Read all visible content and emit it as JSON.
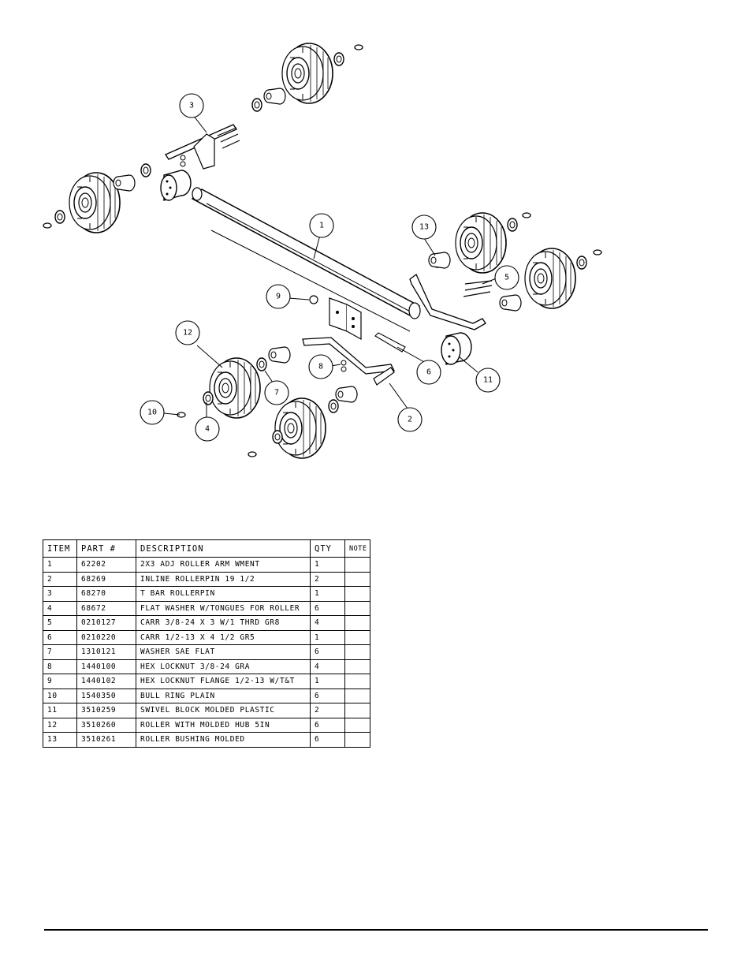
{
  "callouts": [
    "1",
    "2",
    "3",
    "4",
    "5",
    "6",
    "7",
    "8",
    "9",
    "10",
    "11",
    "12",
    "13"
  ],
  "table": {
    "headers": {
      "item": "ITEM",
      "part": "PART #",
      "description": "DESCRIPTION",
      "qty": "QTY",
      "note": "NOTE"
    },
    "rows": [
      {
        "item": "1",
        "part": "62202",
        "description": "2X3 ADJ ROLLER ARM WMENT",
        "qty": "1",
        "note": ""
      },
      {
        "item": "2",
        "part": "68269",
        "description": "INLINE ROLLERPIN 19 1/2",
        "qty": "2",
        "note": ""
      },
      {
        "item": "3",
        "part": "68270",
        "description": "T BAR ROLLERPIN",
        "qty": "1",
        "note": ""
      },
      {
        "item": "4",
        "part": "68672",
        "description": "FLAT WASHER W/TONGUES FOR ROLLER",
        "qty": "6",
        "note": ""
      },
      {
        "item": "5",
        "part": "0210127",
        "description": "CARR 3/8-24 X 3 W/1 THRD GR8",
        "qty": "4",
        "note": ""
      },
      {
        "item": "6",
        "part": "0210220",
        "description": "CARR 1/2-13 X 4 1/2 GR5",
        "qty": "1",
        "note": ""
      },
      {
        "item": "7",
        "part": "1310121",
        "description": "WASHER SAE FLAT",
        "qty": "6",
        "note": ""
      },
      {
        "item": "8",
        "part": "1440100",
        "description": "HEX LOCKNUT 3/8-24 GRA",
        "qty": "4",
        "note": ""
      },
      {
        "item": "9",
        "part": "1440102",
        "description": "HEX LOCKNUT FLANGE 1/2-13 W/T&T",
        "qty": "1",
        "note": ""
      },
      {
        "item": "10",
        "part": "1540350",
        "description": "BULL RING PLAIN",
        "qty": "6",
        "note": ""
      },
      {
        "item": "11",
        "part": "3510259",
        "description": "SWIVEL BLOCK MOLDED PLASTIC",
        "qty": "2",
        "note": ""
      },
      {
        "item": "12",
        "part": "3510260",
        "description": "ROLLER WITH MOLDED HUB  5IN",
        "qty": "6",
        "note": ""
      },
      {
        "item": "13",
        "part": "3510261",
        "description": "ROLLER BUSHING MOLDED",
        "qty": "6",
        "note": ""
      }
    ]
  }
}
